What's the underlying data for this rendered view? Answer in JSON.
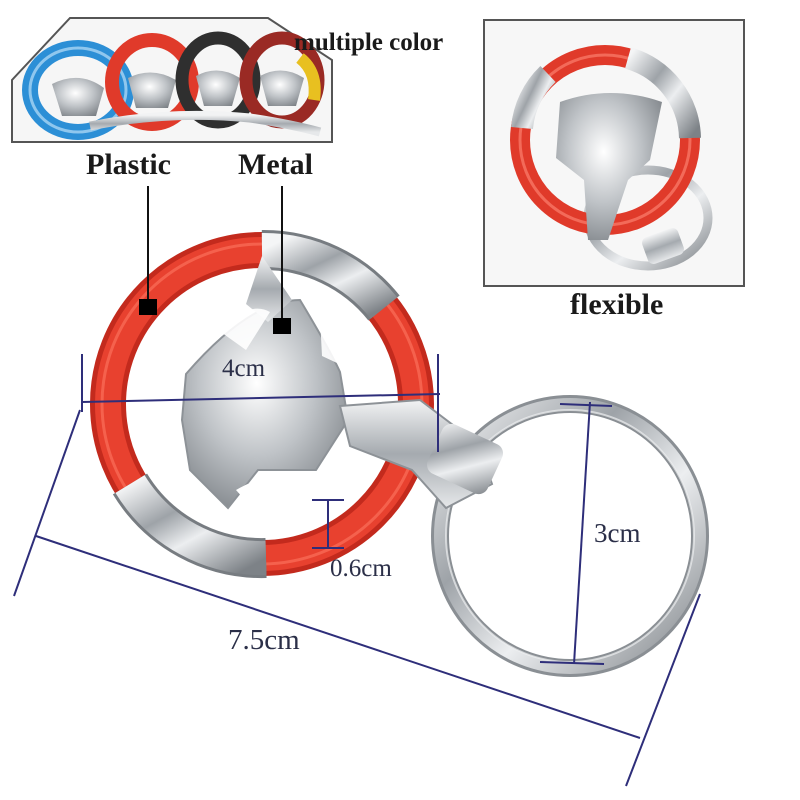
{
  "labels": {
    "multiple_color": "multiple color",
    "plastic": "Plastic",
    "metal": "Metal",
    "flexible": "flexible"
  },
  "dimensions": {
    "width": "4cm",
    "thickness": "0.6cm",
    "ring_diameter": "3cm",
    "total_length": "7.5cm"
  },
  "colors": {
    "plastic_red": "#e03a2a",
    "chrome": "#c9ccd0",
    "dimension_line": "#2e2e7a",
    "frame": "#555555",
    "variant_blue": "#2c8fd6",
    "variant_black": "#2f2f2f",
    "variant_yellow": "#e8c020"
  }
}
